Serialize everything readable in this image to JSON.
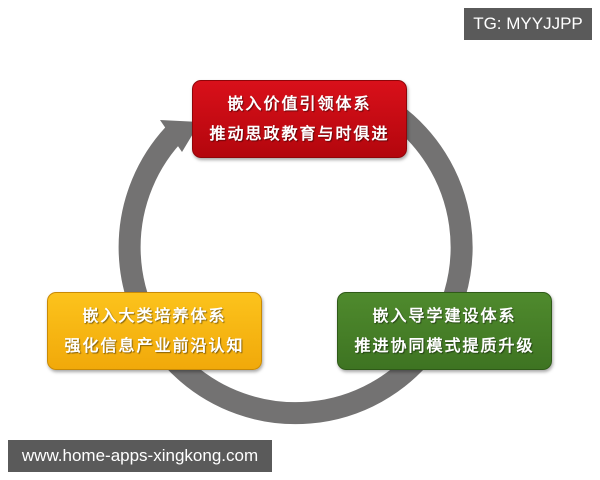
{
  "diagram": {
    "type": "cycle",
    "ring_color": "#737272",
    "nodes": [
      {
        "position": "top",
        "color": "#c70912",
        "lines": [
          "嵌入价值引领体系",
          "推动思政教育与时俱进"
        ]
      },
      {
        "position": "bottom-left",
        "color": "#f7b512",
        "lines": [
          "嵌入大类培养体系",
          "强化信息产业前沿认知"
        ]
      },
      {
        "position": "bottom-right",
        "color": "#46802a",
        "lines": [
          "嵌入导学建设体系",
          "推进协同模式提质升级"
        ]
      }
    ]
  },
  "watermarks": {
    "top_right": "TG: MYYJJPP",
    "bottom_left": "www.home-apps-xingkong.com"
  }
}
